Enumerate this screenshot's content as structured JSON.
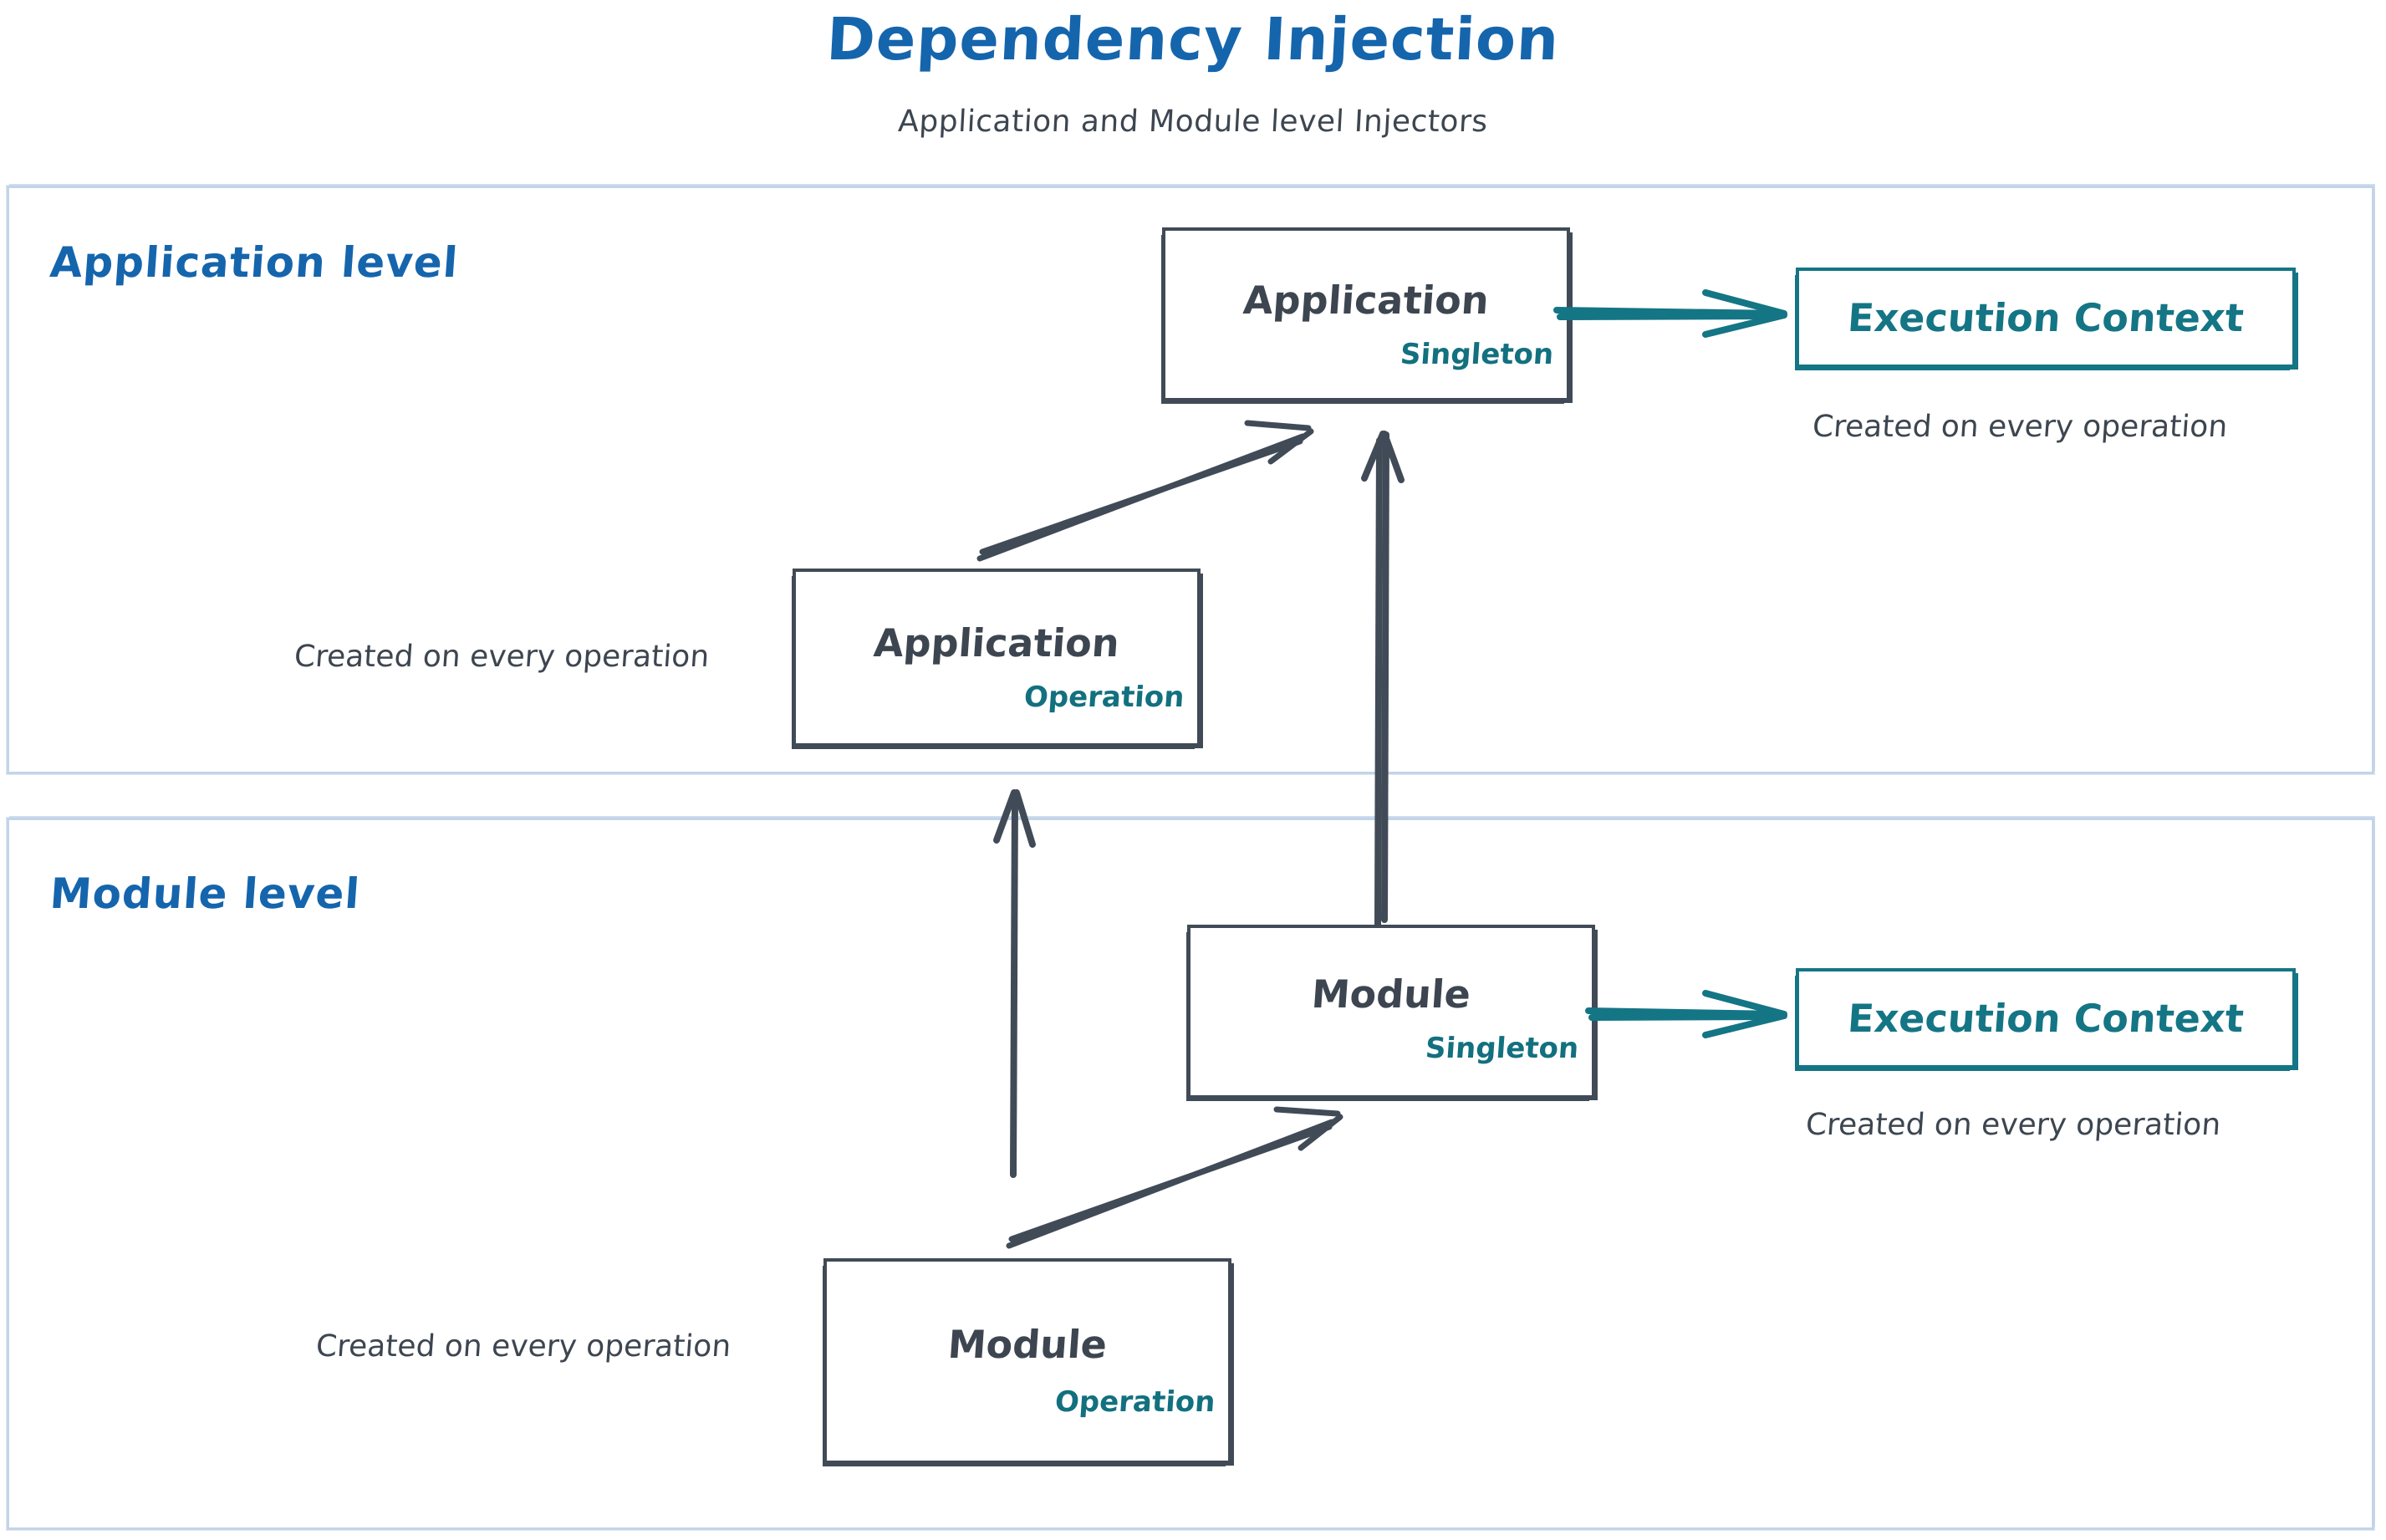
{
  "header": {
    "title": "Dependency Injection",
    "subtitle": "Application and Module level Injectors"
  },
  "colors": {
    "title_blue": "#1565ad",
    "level_blue": "#1565ad",
    "container_border": "#c3d4e9",
    "node_border": "#414b57",
    "node_text": "#3d4650",
    "accent_teal": "#147585",
    "scope_teal": "#12707f",
    "background": "#ffffff"
  },
  "levels": [
    {
      "id": "application-level",
      "label": "Application level",
      "nodes": [
        {
          "id": "app-singleton",
          "title": "Application",
          "scope": "Singleton"
        },
        {
          "id": "app-operation",
          "title": "Application",
          "scope": "Operation"
        },
        {
          "id": "app-exec-context",
          "title": "Execution Context"
        }
      ],
      "notes": [
        {
          "id": "app-exec-note",
          "text": "Created on every operation"
        },
        {
          "id": "app-operation-note",
          "text": "Created on every operation"
        }
      ]
    },
    {
      "id": "module-level",
      "label": "Module level",
      "nodes": [
        {
          "id": "module-singleton",
          "title": "Module",
          "scope": "Singleton"
        },
        {
          "id": "module-operation",
          "title": "Module",
          "scope": "Operation"
        },
        {
          "id": "module-exec-context",
          "title": "Execution Context"
        }
      ],
      "notes": [
        {
          "id": "module-exec-note",
          "text": "Created on every operation"
        },
        {
          "id": "module-operation-note",
          "text": "Created on every operation"
        }
      ]
    }
  ],
  "arrows": [
    {
      "id": "arrow-app-operation-to-app-singleton",
      "from": "app-operation",
      "to": "app-singleton",
      "style": "sketch-dark-diagonal"
    },
    {
      "id": "arrow-app-singleton-to-exec-context",
      "from": "app-singleton",
      "to": "app-exec-context",
      "style": "teal-horizontal"
    },
    {
      "id": "arrow-module-singleton-to-app-singleton",
      "from": "module-singleton",
      "to": "app-singleton",
      "style": "sketch-dark-vertical"
    },
    {
      "id": "arrow-module-operation-to-app-operation",
      "from": "module-operation",
      "to": "app-operation",
      "style": "sketch-dark-vertical"
    },
    {
      "id": "arrow-module-operation-to-module-singleton",
      "from": "module-operation",
      "to": "module-singleton",
      "style": "sketch-dark-diagonal"
    },
    {
      "id": "arrow-module-singleton-to-exec-context",
      "from": "module-singleton",
      "to": "module-exec-context",
      "style": "teal-horizontal"
    }
  ]
}
